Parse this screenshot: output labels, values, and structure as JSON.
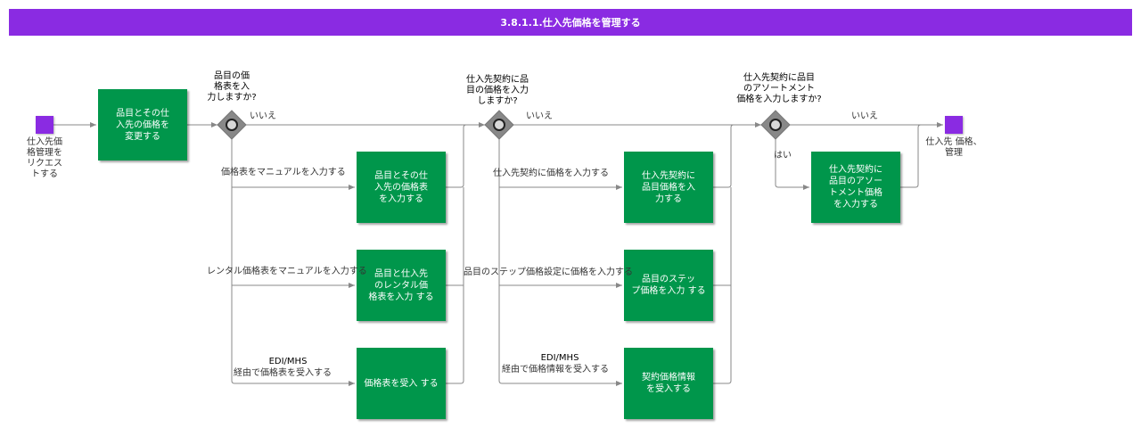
{
  "title": "3.8.1.1.仕入先価格を管理する",
  "colors": {
    "header": "#8a2be2",
    "task": "#00964b",
    "event": "#8a2be2",
    "gateway": "#888888"
  },
  "events": {
    "start": "仕入先価\n格管理を\nリクエス\nトする",
    "end": "仕入先 価格、\n管理"
  },
  "tasks": {
    "change_price": "品目とその仕\n入先の価格を\n変更する",
    "enter_price_list": "品目とその仕\n入先の価格表\nを入力する",
    "enter_rental_price_list": "品目と仕入先\nのレンタル価\n格表を入力 する",
    "receive_price_list": "価格表を受入 する",
    "enter_contract_price": "仕入先契約に\n品目価格を入\n力する",
    "enter_step_price": "品目のステッ\nプ価格を入力 する",
    "receive_contract_price": "契約価格情報\nを受入する",
    "enter_assortment_price": "仕入先契約に\n品目のアソー\nトメント価格\nを入力する"
  },
  "gateways": {
    "g1": "品目の価\n格表を入\n力しますか?",
    "g2": "仕入先契約に品\n目の価格を入力\nしますか?",
    "g3": "仕入先契約に品目\nのアソートメント\n価格を入力しますか?"
  },
  "flows": {
    "no1": "いいえ",
    "no2": "いいえ",
    "no3": "いいえ",
    "yes3": "はい",
    "manual_price_list": "価格表をマニュアルを入力する",
    "manual_rental": "レンタル価格表をマニュアルを入力する",
    "edi1_head": "EDI/MHS",
    "edi1_body": "経由で価格表を受入する",
    "contract_price": "仕入先契約に価格を入力する",
    "step_price": "品目のステップ価格設定に価格を入力する",
    "edi2_head": "EDI/MHS",
    "edi2_body": "経由で価格情報を受入する"
  }
}
